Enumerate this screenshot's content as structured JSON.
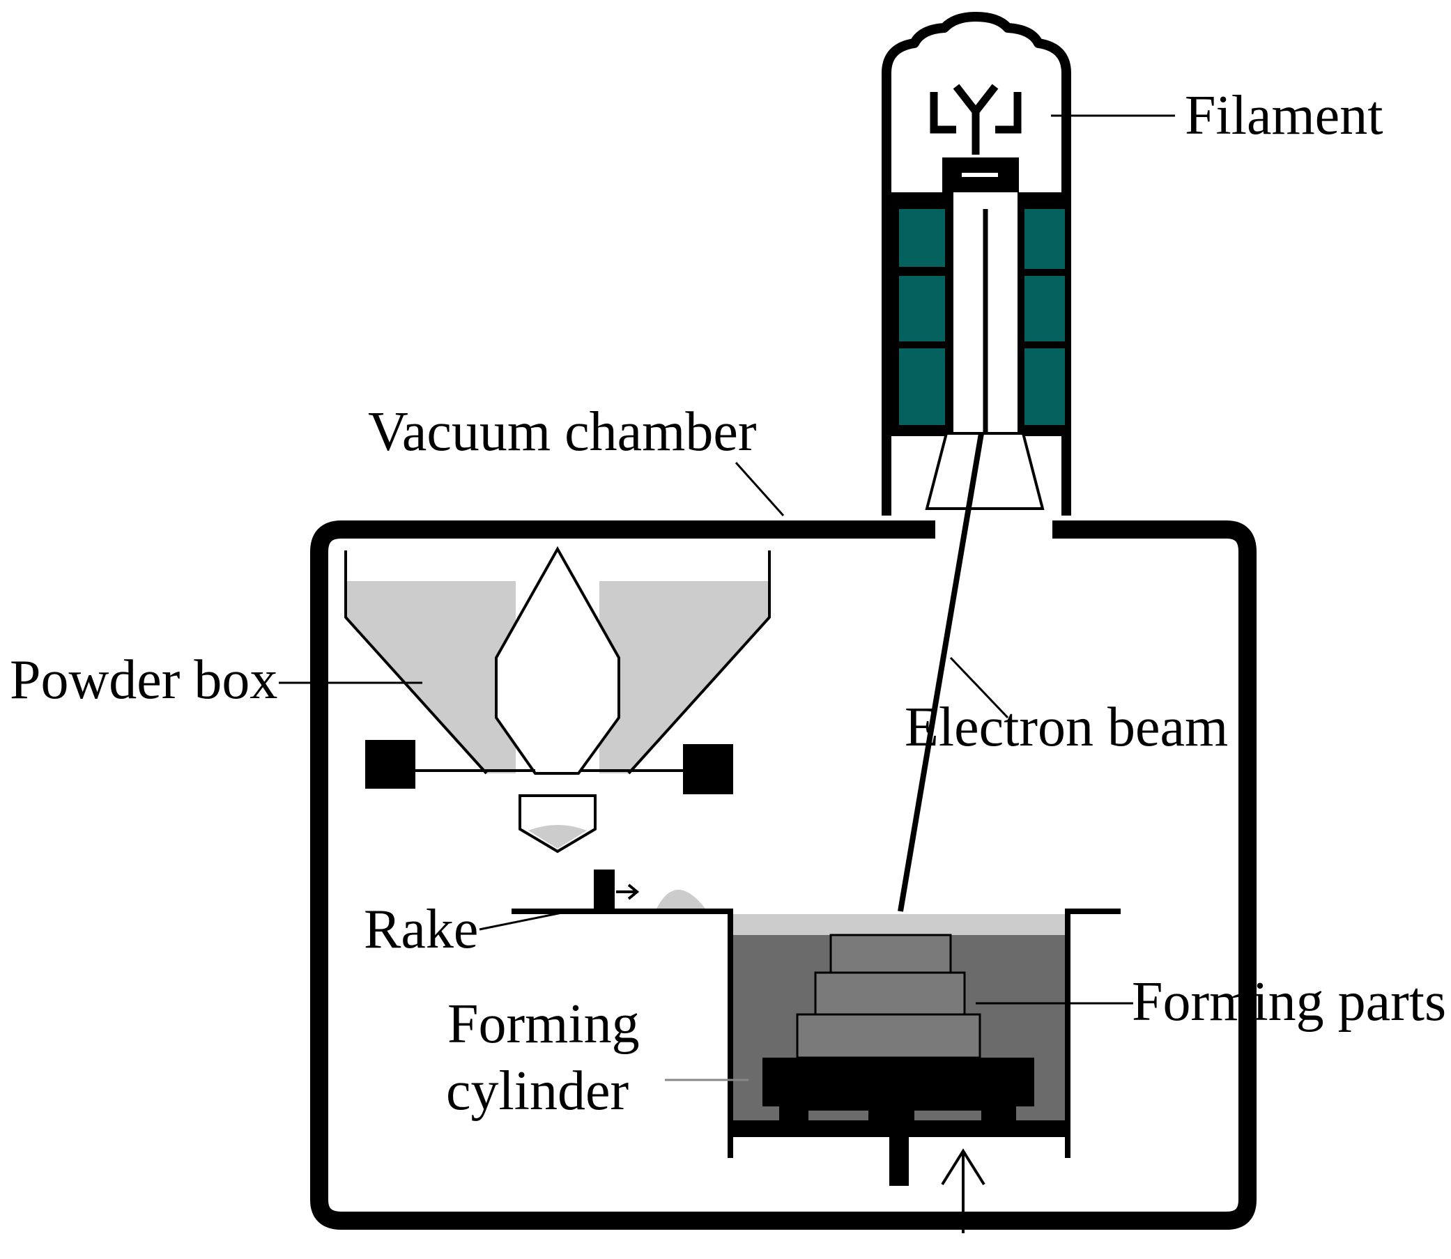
{
  "diagram": {
    "labels": {
      "filament": "Filament",
      "vacuum_chamber": "Vacuum chamber",
      "powder_box": "Powder box",
      "electron_beam": "Electron beam",
      "rake": "Rake",
      "forming_parts": "Forming parts",
      "forming_cylinder_line1": "Forming",
      "forming_cylinder_line2": "cylinder"
    },
    "colors": {
      "outline": "#000000",
      "background": "#ffffff",
      "coil": "#04615e",
      "powder_light": "#cccccc",
      "powder_bed": "#6b6b6b",
      "part_layer": "#7a7a7a"
    }
  }
}
